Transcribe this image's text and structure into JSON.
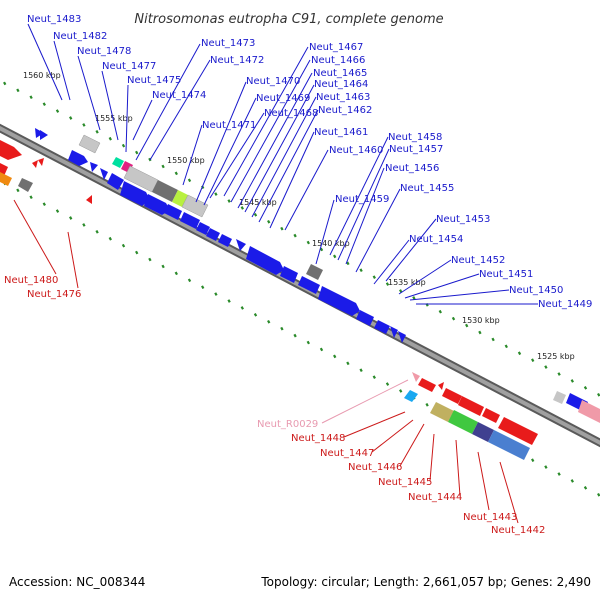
{
  "header": {
    "title": "Nitrosomonas eutropha C91, complete genome"
  },
  "footer": {
    "accession": "Accession: NC_008344",
    "summary": "Topology: circular; Length: 2,661,057 bp; Genes: 2,490"
  },
  "colors": {
    "top_label": "#1a1acc",
    "bottom_label": "#cc1a1a",
    "rna_label": "#e89ab0",
    "backbone": "#888888",
    "tick": "#2a8a2a"
  },
  "scale": {
    "ticks": [
      "1560 kbp",
      "1555 kbp",
      "1550 kbp",
      "1545 kbp",
      "1540 kbp",
      "1535 kbp",
      "1530 kbp",
      "1525 kbp"
    ]
  },
  "genes_top": [
    "Neut_1483",
    "Neut_1482",
    "Neut_1478",
    "Neut_1477",
    "Neut_1475",
    "Neut_1474",
    "Neut_1473",
    "Neut_1472",
    "Neut_1471",
    "Neut_1470",
    "Neut_1469",
    "Neut_1468",
    "Neut_1467",
    "Neut_1466",
    "Neut_1465",
    "Neut_1464",
    "Neut_1463",
    "Neut_1462",
    "Neut_1461",
    "Neut_1460",
    "Neut_1459",
    "Neut_1458",
    "Neut_1457",
    "Neut_1456",
    "Neut_1455",
    "Neut_1454",
    "Neut_1453",
    "Neut_1452",
    "Neut_1451",
    "Neut_1450",
    "Neut_1449"
  ],
  "genes_bottom": [
    "Neut_1480",
    "Neut_1476",
    "Neut_R0029",
    "Neut_1448",
    "Neut_1447",
    "Neut_1446",
    "Neut_1445",
    "Neut_1444",
    "Neut_1443",
    "Neut_1442"
  ]
}
